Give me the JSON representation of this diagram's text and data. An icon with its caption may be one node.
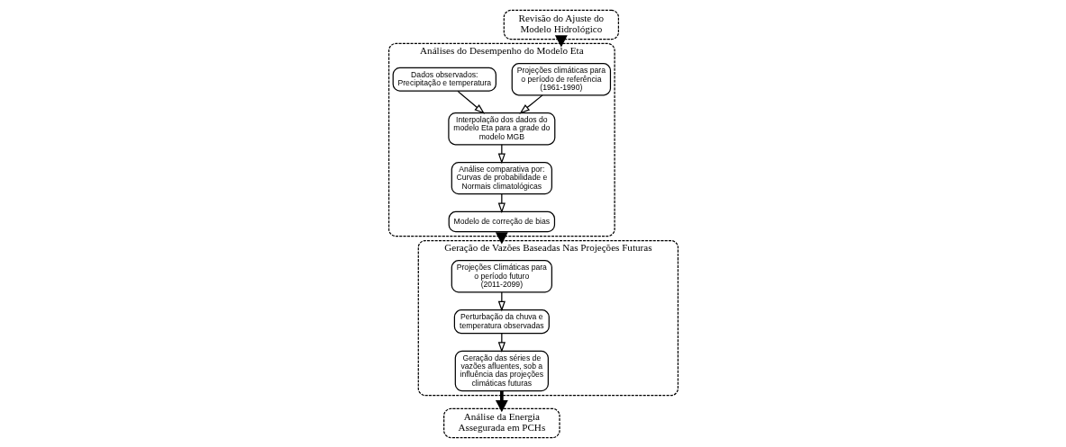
{
  "diagram": {
    "nodes": [
      {
        "text": [
          "Revisão do Ajuste do Modelo Hidrológico"
        ]
      },
      {
        "text": [
          "Análises do Desempenho do Modelo Eta"
        ]
      },
      {
        "text": [
          "Projeções climáticas para o período de referência (1961-1990)"
        ],
        "in": 1
      },
      {
        "text": [
          "Dados observados: Precipitação e temperatura"
        ],
        "in": 1
      },
      {
        "text": [
          "Interpolação dos dados do modelo Eta para a grade do modelo MGB"
        ],
        "in": 1
      },
      {
        "text": [
          "Análise comparativa por: Curvas de probabilidade e Normais climatológicas"
        ],
        "in": 1
      },
      {
        "text": [
          "Modelo de correção de bias"
        ],
        "in": 1
      },
      {
        "text": [
          "Geração de Vazões Baseadas Nas Projeções Futuras"
        ]
      },
      {
        "text": [
          "Projeções Climáticas para o período futuro (2011-2099)"
        ],
        "in": 7
      },
      {
        "text": [
          "Perturbação da chuva e temperatura observadas"
        ],
        "in": 7
      },
      {
        "text": [
          "Geração das séries de vazões afluentes, sob a influência das projeções climáticas futuras"
        ],
        "in": 7
      },
      {
        "text": [
          "Análise da Energia Assegurada em PCHs"
        ]
      }
    ],
    "edges": [
      {
        "from": 0,
        "to": 1,
        "arrow": "to",
        "style": "thick"
      },
      {
        "from": 2,
        "to": 4,
        "arrow": "to"
      },
      {
        "from": 3,
        "to": 4,
        "arrow": "to"
      },
      {
        "from": 4,
        "to": 5,
        "arrow": "to"
      },
      {
        "from": 5,
        "to": 6,
        "arrow": "to"
      },
      {
        "from": 1,
        "to": 7,
        "arrow": "to",
        "style": "thick"
      },
      {
        "from": 8,
        "to": 9,
        "arrow": "to"
      },
      {
        "from": 9,
        "to": 10,
        "arrow": "to"
      },
      {
        "from": 10,
        "to": 11,
        "arrow": "to",
        "style": "thick"
      }
    ]
  }
}
